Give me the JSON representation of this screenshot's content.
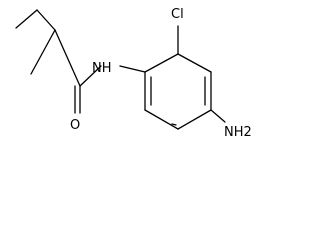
{
  "molecule": {
    "atoms": {
      "amide_nitrogen": "NH",
      "carbonyl_oxygen": "O",
      "chlorine": "Cl",
      "amine": "NH2"
    }
  },
  "colors": {
    "bond": "#000000",
    "label": "#000000",
    "background": "#ffffff"
  }
}
